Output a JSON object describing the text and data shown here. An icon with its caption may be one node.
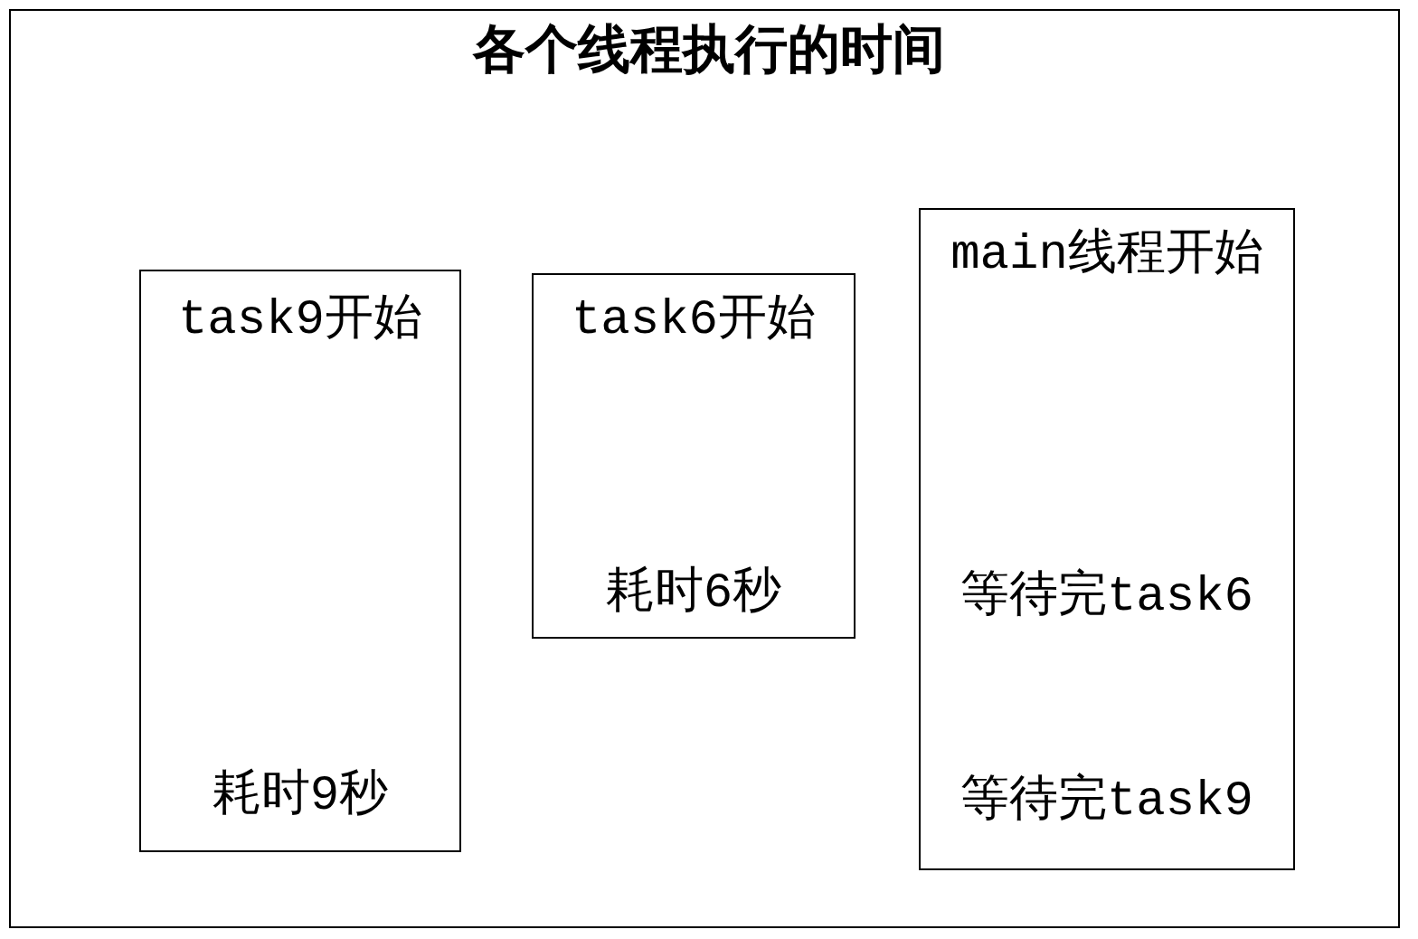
{
  "diagram": {
    "title": "各个线程执行的时间",
    "nodes": [
      {
        "text": [
          "task9开始",
          "耗时9秒"
        ]
      },
      {
        "text": [
          "task6开始",
          "耗时6秒"
        ]
      },
      {
        "text": [
          "main线程开始",
          "等待完task6",
          "等待完task9"
        ]
      }
    ]
  }
}
